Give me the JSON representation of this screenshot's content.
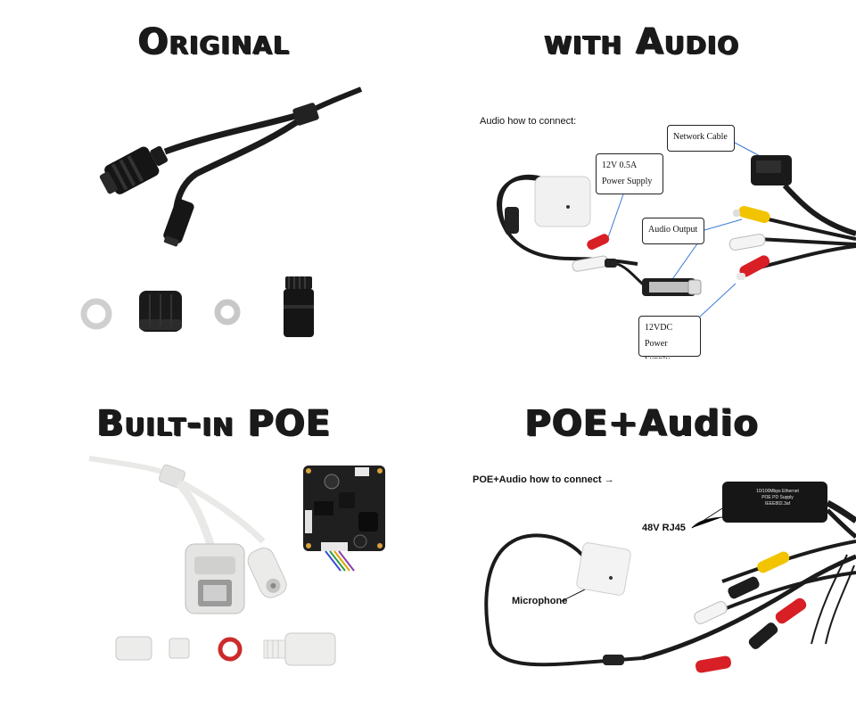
{
  "panels": {
    "original": {
      "title": "Original"
    },
    "with_audio": {
      "title": "with Audio",
      "caption": "Audio how to connect:",
      "network_label": "Network Cable",
      "power_12v05": [
        "12V 0.5A",
        "Power Supply"
      ],
      "audio_output": "Audio Output",
      "dc_label": [
        "12VDC",
        "Power Supply"
      ]
    },
    "builtin_poe": {
      "title": "Built-in POE"
    },
    "poe_audio": {
      "title": "POE+Audio",
      "caption": "POE+Audio how to connect →",
      "rj45_label": "48V RJ45",
      "mic_label": "Microphone",
      "poe_box_text": [
        "10/100Mbps Ethernet",
        "POE PD Supply",
        "IEEE802.3af"
      ]
    }
  },
  "colors": {
    "cable_black": "#1b1b1b",
    "cable_white": "#e9e9e7",
    "rca_yellow": "#f2c400",
    "rca_red": "#d81f26",
    "rca_white": "#f4f4f4",
    "leader_blue": "#3a7bd5",
    "pcb_black": "#1f1f1f",
    "gasket_red": "#cc2b2b"
  }
}
